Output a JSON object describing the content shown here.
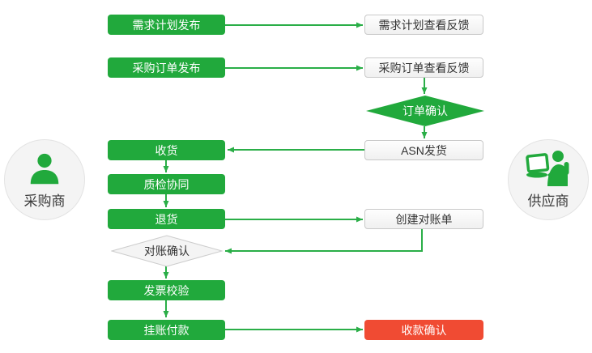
{
  "diagram": {
    "actors": {
      "buyer": {
        "label": "采购商",
        "icon": "person-icon"
      },
      "supplier": {
        "label": "供应商",
        "icon": "person-laptop-icon"
      }
    },
    "nodes": {
      "demand_plan_publish": {
        "label": "需求计划发布",
        "type": "process-green"
      },
      "demand_plan_feedback": {
        "label": "需求计划查看反馈",
        "type": "process-white"
      },
      "po_publish": {
        "label": "采购订单发布",
        "type": "process-green"
      },
      "po_feedback": {
        "label": "采购订单查看反馈",
        "type": "process-white"
      },
      "order_confirm": {
        "label": "订单确认",
        "type": "decision-green"
      },
      "asn_ship": {
        "label": "ASN发货",
        "type": "process-white"
      },
      "receive": {
        "label": "收货",
        "type": "process-green"
      },
      "quality_check": {
        "label": "质检协同",
        "type": "process-green"
      },
      "return_goods": {
        "label": "退货",
        "type": "process-green"
      },
      "create_statement": {
        "label": "创建对账单",
        "type": "process-white"
      },
      "statement_confirm": {
        "label": "对账确认",
        "type": "decision-white"
      },
      "invoice_verify": {
        "label": "发票校验",
        "type": "process-green"
      },
      "payment_on_account": {
        "label": "挂账付款",
        "type": "process-green"
      },
      "payment_confirm": {
        "label": "收款确认",
        "type": "process-red"
      }
    },
    "colors": {
      "node_green": "#21a93c",
      "line_green": "#2aae47",
      "node_red": "#f04b33",
      "white_node_border": "#c9c9c9",
      "dark_text": "#333333",
      "circle_bg": "#f4f4f4"
    }
  }
}
